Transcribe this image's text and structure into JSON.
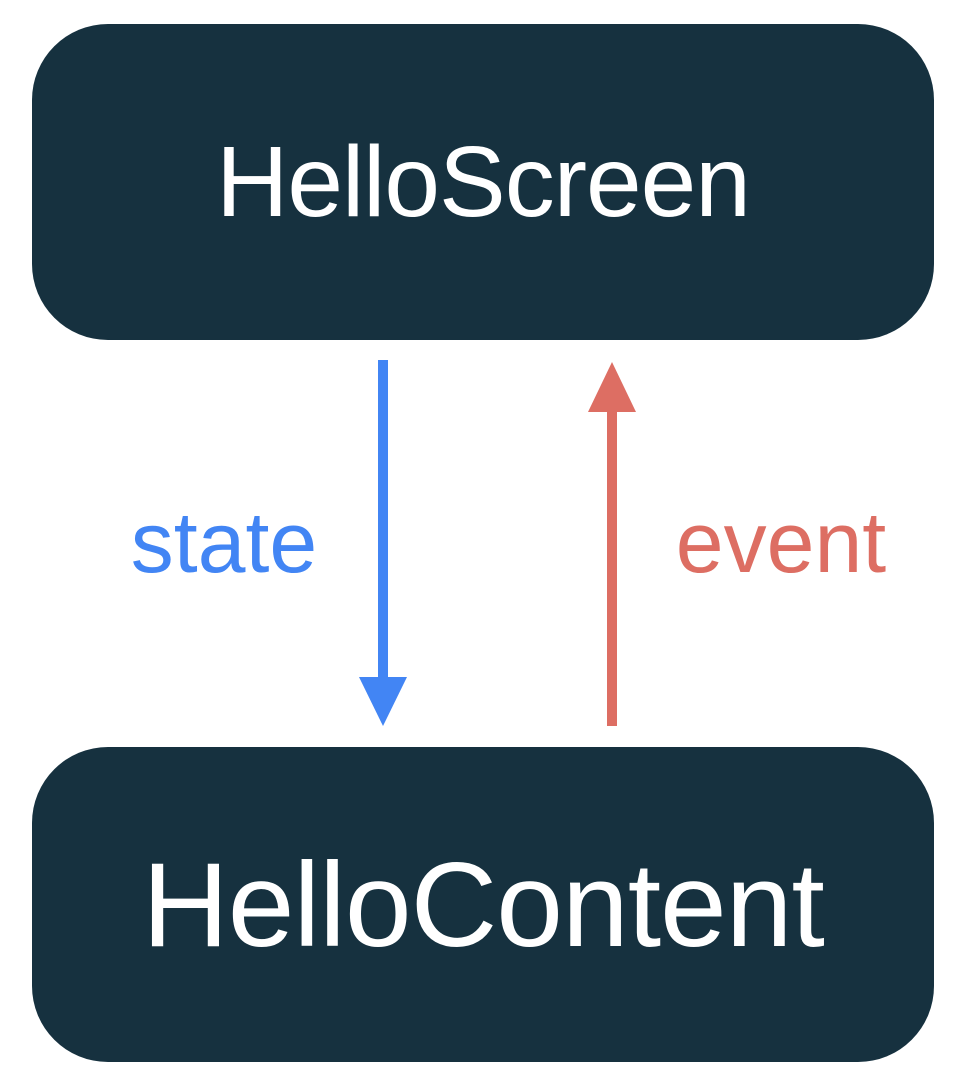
{
  "colors": {
    "background": "#FFFFFF",
    "node_fill": "#16313F",
    "node_text": "#FFFFFF",
    "state_blue": "#4285F4",
    "event_red": "#DD6E63"
  },
  "diagram": {
    "nodes": [
      {
        "id": "hello-screen",
        "label": "HelloScreen"
      },
      {
        "id": "hello-content",
        "label": "HelloContent"
      }
    ],
    "edges": [
      {
        "id": "state",
        "label": "state",
        "from": "HelloScreen",
        "to": "HelloContent",
        "direction": "down",
        "color": "#4285F4"
      },
      {
        "id": "event",
        "label": "event",
        "from": "HelloContent",
        "to": "HelloScreen",
        "direction": "up",
        "color": "#DD6E63"
      }
    ]
  }
}
